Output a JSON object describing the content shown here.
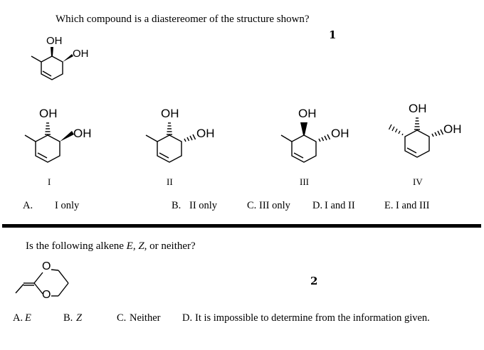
{
  "question1": {
    "prompt": "Which compound is a diastereomer of the structure shown?",
    "number": "1",
    "given": {
      "oh_top": "OH",
      "oh_right": "OH"
    },
    "structures": [
      {
        "roman": "I",
        "oh_top": "OH",
        "oh_right": "OH"
      },
      {
        "roman": "II",
        "oh_top": "OH",
        "oh_right": "OH"
      },
      {
        "roman": "III",
        "oh_top": "OH",
        "oh_right": "OH"
      },
      {
        "roman": "IV",
        "oh_top": "OH",
        "oh_right": "OH"
      }
    ],
    "options": [
      {
        "letter": "A.",
        "text": "I only"
      },
      {
        "letter": "B.",
        "text": "II only"
      },
      {
        "letter": "C.",
        "text": "III only"
      },
      {
        "letter": "D.",
        "text": "I and II"
      },
      {
        "letter": "E.",
        "text": "I and III"
      }
    ]
  },
  "question2": {
    "prompt_start": "Is the following alkene ",
    "e": "E",
    "sep1": ", ",
    "z": "Z",
    "prompt_end": ", or neither?",
    "number": "2",
    "ring_o_top": "O",
    "ring_o_bottom": "O",
    "options": [
      {
        "letter": "A.",
        "text": "E"
      },
      {
        "letter": "B.",
        "text": "Z"
      },
      {
        "letter": "C.",
        "text": "Neither"
      },
      {
        "letter": "D.",
        "text": "It is impossible to determine from the information given."
      }
    ]
  }
}
